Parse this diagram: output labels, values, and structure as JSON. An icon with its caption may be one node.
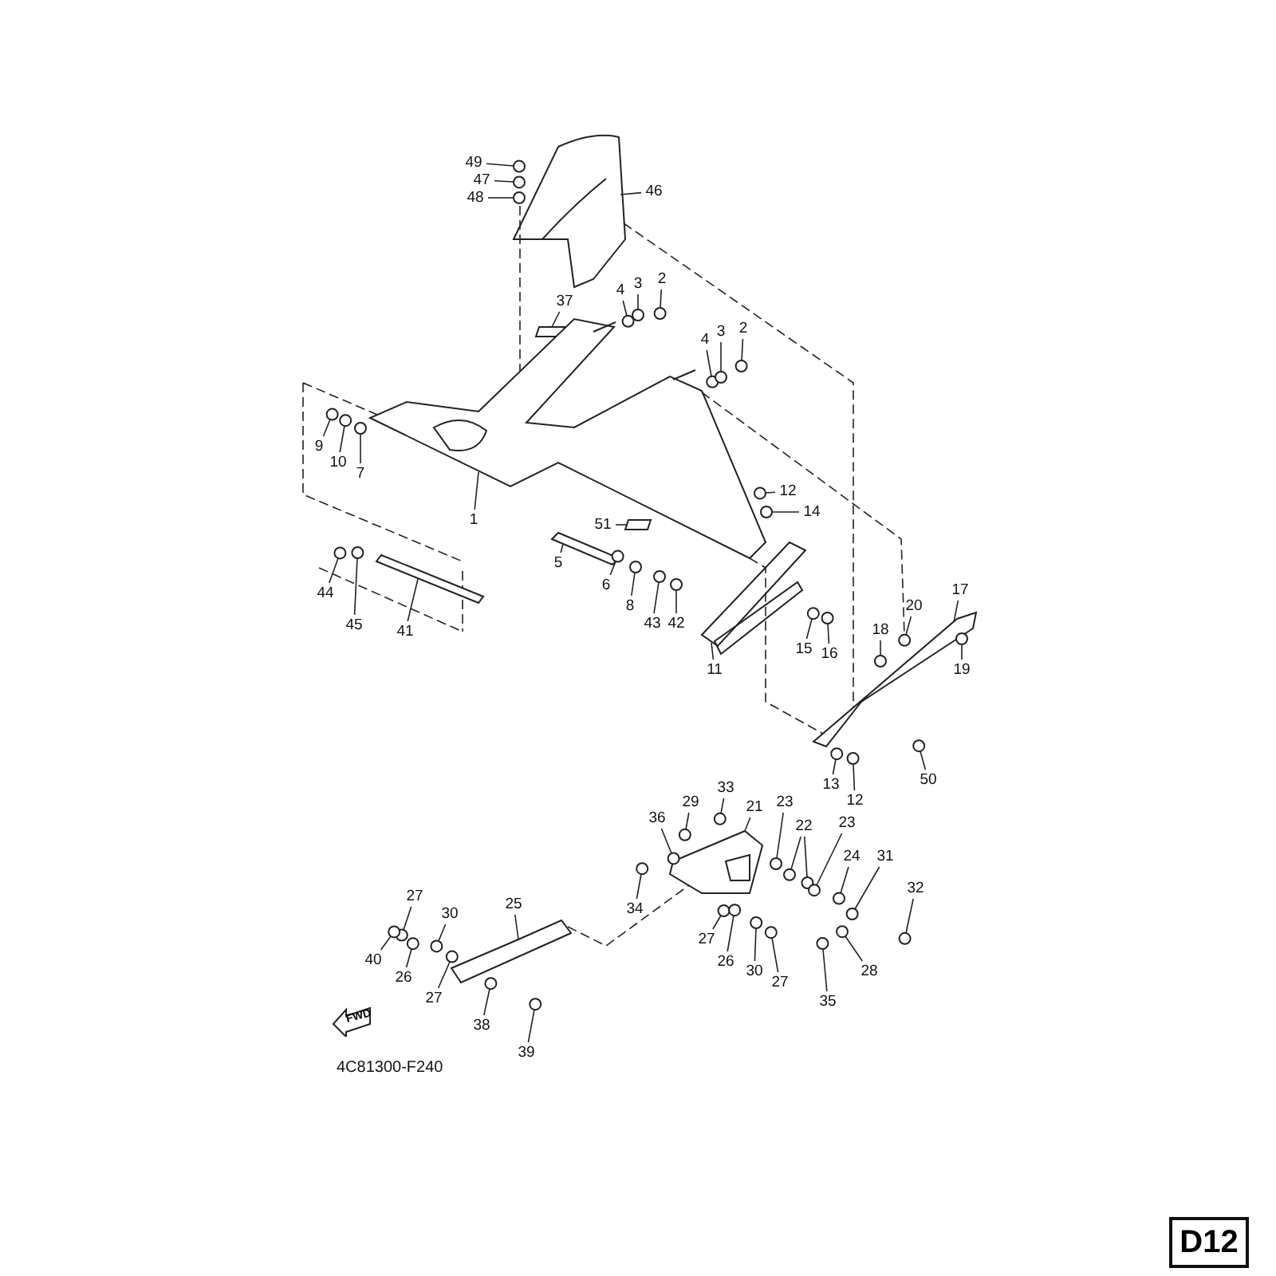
{
  "diagram": {
    "nodes": [
      {
        "text": [
          "49"
        ]
      },
      {
        "text": [
          "47"
        ]
      },
      {
        "text": [
          "48"
        ]
      },
      {
        "text": [
          "46"
        ]
      },
      {
        "text": [
          "37"
        ]
      },
      {
        "text": [
          "4"
        ]
      },
      {
        "text": [
          "3"
        ]
      },
      {
        "text": [
          "2"
        ]
      },
      {
        "text": [
          "4"
        ]
      },
      {
        "text": [
          "3"
        ]
      },
      {
        "text": [
          "2"
        ]
      },
      {
        "text": [
          "9"
        ]
      },
      {
        "text": [
          "10"
        ]
      },
      {
        "text": [
          "7"
        ]
      },
      {
        "text": [
          "1"
        ]
      },
      {
        "text": [
          "51"
        ]
      },
      {
        "text": [
          "12"
        ]
      },
      {
        "text": [
          "14"
        ]
      },
      {
        "text": [
          "5"
        ]
      },
      {
        "text": [
          "6"
        ]
      },
      {
        "text": [
          "8"
        ]
      },
      {
        "text": [
          "43"
        ]
      },
      {
        "text": [
          "42"
        ]
      },
      {
        "text": [
          "44"
        ]
      },
      {
        "text": [
          "45"
        ]
      },
      {
        "text": [
          "41"
        ]
      },
      {
        "text": [
          "11"
        ]
      },
      {
        "text": [
          "15"
        ]
      },
      {
        "text": [
          "16"
        ]
      },
      {
        "text": [
          "20"
        ]
      },
      {
        "text": [
          "17"
        ]
      },
      {
        "text": [
          "18"
        ]
      },
      {
        "text": [
          "19"
        ]
      },
      {
        "text": [
          "13"
        ]
      },
      {
        "text": [
          "12"
        ]
      },
      {
        "text": [
          "50"
        ]
      },
      {
        "text": [
          "29"
        ]
      },
      {
        "text": [
          "33"
        ]
      },
      {
        "text": [
          "36"
        ]
      },
      {
        "text": [
          "21"
        ]
      },
      {
        "text": [
          "23"
        ]
      },
      {
        "text": [
          "22"
        ]
      },
      {
        "text": [
          "23"
        ]
      },
      {
        "text": [
          "24"
        ]
      },
      {
        "text": [
          "31"
        ]
      },
      {
        "text": [
          "32"
        ]
      },
      {
        "text": [
          "34"
        ]
      },
      {
        "text": [
          "27"
        ]
      },
      {
        "text": [
          "26"
        ]
      },
      {
        "text": [
          "30"
        ]
      },
      {
        "text": [
          "27"
        ]
      },
      {
        "text": [
          "35"
        ]
      },
      {
        "text": [
          "28"
        ]
      },
      {
        "text": [
          "25"
        ]
      },
      {
        "text": [
          "27"
        ]
      },
      {
        "text": [
          "30"
        ]
      },
      {
        "text": [
          "40"
        ]
      },
      {
        "text": [
          "26"
        ]
      },
      {
        "text": [
          "27"
        ]
      },
      {
        "text": [
          "38"
        ]
      },
      {
        "text": [
          "39"
        ]
      },
      {
        "text": [
          "FWD"
        ]
      },
      {
        "text": [
          "D12"
        ]
      },
      {
        "text": [],
        "shape": "circle"
      },
      {
        "text": [],
        "shape": "circle"
      },
      {
        "text": [],
        "shape": "circle"
      },
      {
        "text": [],
        "shape": "picture"
      },
      {
        "text": [],
        "shape": "box"
      },
      {
        "text": [],
        "shape": "circle"
      },
      {
        "text": [],
        "shape": "circle"
      },
      {
        "text": [],
        "shape": "circle"
      },
      {
        "text": [],
        "shape": "circle"
      },
      {
        "text": [],
        "shape": "circle"
      },
      {
        "text": [],
        "shape": "circle"
      },
      {
        "text": [],
        "shape": "circle"
      },
      {
        "text": [],
        "shape": "circle"
      },
      {
        "text": [],
        "shape": "circle"
      },
      {
        "text": [],
        "shape": "picture"
      },
      {
        "text": [],
        "shape": "box"
      },
      {
        "text": [],
        "shape": "circle"
      },
      {
        "text": [],
        "shape": "circle"
      },
      {
        "text": [],
        "shape": "bar"
      },
      {
        "text": [],
        "shape": "circle"
      },
      {
        "text": [],
        "shape": "circle"
      },
      {
        "text": [],
        "shape": "circle"
      },
      {
        "text": [],
        "shape": "circle"
      },
      {
        "text": [],
        "shape": "circle"
      },
      {
        "text": [],
        "shape": "circle"
      },
      {
        "text": [],
        "shape": "bar"
      },
      {
        "text": [],
        "shape": "picture"
      },
      {
        "text": [],
        "shape": "circle"
      },
      {
        "text": [],
        "shape": "circle"
      },
      {
        "text": [],
        "shape": "circle"
      },
      {
        "text": [],
        "shape": "picture"
      },
      {
        "text": [],
        "shape": "circle"
      },
      {
        "text": [],
        "shape": "circle"
      },
      {
        "text": [],
        "shape": "circle"
      },
      {
        "text": [],
        "shape": "circle"
      },
      {
        "text": [],
        "shape": "circle"
      },
      {
        "text": [],
        "shape": "circle"
      },
      {
        "text": [],
        "shape": "circle"
      },
      {
        "text": [],
        "shape": "circle"
      },
      {
        "text": [],
        "shape": "picture"
      },
      {
        "text": [],
        "shape": "circle"
      },
      {
        "text": [],
        "shape": "circle"
      },
      {
        "text": [],
        "shape": "circle"
      },
      {
        "text": [],
        "shape": "circle"
      },
      {
        "text": [],
        "shape": "circle"
      },
      {
        "text": [],
        "shape": "circle"
      },
      {
        "text": [],
        "shape": "circle"
      },
      {
        "text": [],
        "shape": "circle"
      },
      {
        "text": [],
        "shape": "circle"
      },
      {
        "text": [],
        "shape": "circle"
      },
      {
        "text": [],
        "shape": "circle"
      },
      {
        "text": [],
        "shape": "circle"
      },
      {
        "text": [],
        "shape": "circle"
      },
      {
        "text": [],
        "shape": "circle"
      },
      {
        "text": [],
        "shape": "picture"
      },
      {
        "text": [],
        "shape": "circle"
      },
      {
        "text": [],
        "shape": "circle"
      },
      {
        "text": [],
        "shape": "circle"
      },
      {
        "text": [],
        "shape": "circle"
      },
      {
        "text": [],
        "shape": "circle"
      },
      {
        "text": [],
        "shape": "circle"
      },
      {
        "text": [],
        "shape": "circle"
      }
    ],
    "edges": [
      {
        "from": 0,
        "to": 63,
        "arrow": "none"
      },
      {
        "from": 1,
        "to": 64,
        "arrow": "none"
      },
      {
        "from": 2,
        "to": 65,
        "arrow": "none"
      },
      {
        "from": 3,
        "to": 66,
        "arrow": "none"
      },
      {
        "from": 4,
        "to": 67,
        "arrow": "none"
      },
      {
        "from": 5,
        "to": 68,
        "arrow": "none"
      },
      {
        "from": 6,
        "to": 69,
        "arrow": "none"
      },
      {
        "from": 7,
        "to": 70,
        "arrow": "none"
      },
      {
        "from": 8,
        "to": 71,
        "arrow": "none"
      },
      {
        "from": 9,
        "to": 72,
        "arrow": "none"
      },
      {
        "from": 10,
        "to": 73,
        "arrow": "none"
      },
      {
        "from": 11,
        "to": 74,
        "arrow": "none"
      },
      {
        "from": 12,
        "to": 75,
        "arrow": "none"
      },
      {
        "from": 13,
        "to": 76,
        "arrow": "none"
      },
      {
        "from": 14,
        "to": 77,
        "arrow": "none"
      },
      {
        "from": 15,
        "to": 78,
        "arrow": "none"
      },
      {
        "from": 16,
        "to": 79,
        "arrow": "none"
      },
      {
        "from": 17,
        "to": 80,
        "arrow": "none"
      },
      {
        "from": 18,
        "to": 81,
        "arrow": "none"
      },
      {
        "from": 19,
        "to": 82,
        "arrow": "none"
      },
      {
        "from": 20,
        "to": 83,
        "arrow": "none"
      },
      {
        "from": 21,
        "to": 84,
        "arrow": "none"
      },
      {
        "from": 22,
        "to": 85,
        "arrow": "none"
      },
      {
        "from": 23,
        "to": 86,
        "arrow": "none"
      },
      {
        "from": 24,
        "to": 87,
        "arrow": "none"
      },
      {
        "from": 25,
        "to": 88,
        "arrow": "none"
      },
      {
        "from": 26,
        "to": 89,
        "arrow": "none"
      },
      {
        "from": 27,
        "to": 90,
        "arrow": "none"
      },
      {
        "from": 28,
        "to": 91,
        "arrow": "none"
      },
      {
        "from": 29,
        "to": 92,
        "arrow": "none"
      },
      {
        "from": 30,
        "to": 93,
        "arrow": "none"
      },
      {
        "from": 31,
        "to": 94,
        "arrow": "none"
      },
      {
        "from": 32,
        "to": 95,
        "arrow": "none"
      },
      {
        "from": 33,
        "to": 96,
        "arrow": "none"
      },
      {
        "from": 34,
        "to": 97,
        "arrow": "none"
      },
      {
        "from": 35,
        "to": 98,
        "arrow": "none"
      },
      {
        "from": 36,
        "to": 99,
        "arrow": "none"
      },
      {
        "from": 37,
        "to": 100,
        "arrow": "none"
      },
      {
        "from": 38,
        "to": 101,
        "arrow": "none"
      },
      {
        "from": 39,
        "to": 102,
        "arrow": "none"
      },
      {
        "from": 40,
        "to": 103,
        "arrow": "none"
      },
      {
        "from": 41,
        "to": 104,
        "arrow": "none"
      },
      {
        "from": 41,
        "to": 105,
        "arrow": "none"
      },
      {
        "from": 42,
        "to": 106,
        "arrow": "none"
      },
      {
        "from": 43,
        "to": 107,
        "arrow": "none"
      },
      {
        "from": 44,
        "to": 108,
        "arrow": "none"
      },
      {
        "from": 45,
        "to": 109,
        "arrow": "none"
      },
      {
        "from": 46,
        "to": 110,
        "arrow": "none"
      },
      {
        "from": 47,
        "to": 111,
        "arrow": "none"
      },
      {
        "from": 48,
        "to": 112,
        "arrow": "none"
      },
      {
        "from": 49,
        "to": 113,
        "arrow": "none"
      },
      {
        "from": 50,
        "to": 114,
        "arrow": "none"
      },
      {
        "from": 51,
        "to": 115,
        "arrow": "none"
      },
      {
        "from": 52,
        "to": 116,
        "arrow": "none"
      },
      {
        "from": 53,
        "to": 117,
        "arrow": "none"
      },
      {
        "from": 54,
        "to": 118,
        "arrow": "none"
      },
      {
        "from": 55,
        "to": 119,
        "arrow": "none"
      },
      {
        "from": 56,
        "to": 120,
        "arrow": "none"
      },
      {
        "from": 57,
        "to": 121,
        "arrow": "none"
      },
      {
        "from": 58,
        "to": 122,
        "arrow": "none"
      },
      {
        "from": 59,
        "to": 123,
        "arrow": "none"
      },
      {
        "from": 60,
        "to": 124,
        "arrow": "none"
      },
      {
        "from": 65,
        "to": 77,
        "arrow": "none",
        "style": "dashed"
      },
      {
        "from": 66,
        "to": 93,
        "arrow": "none",
        "style": "dashed"
      },
      {
        "from": 77,
        "to": 92,
        "arrow": "none",
        "style": "dashed"
      },
      {
        "from": 77,
        "to": 93,
        "arrow": "none",
        "style": "dashed"
      },
      {
        "from": 117,
        "to": 102,
        "arrow": "none",
        "style": "dashed"
      }
    ],
    "labels": [
      "4C81300-F240"
    ]
  }
}
